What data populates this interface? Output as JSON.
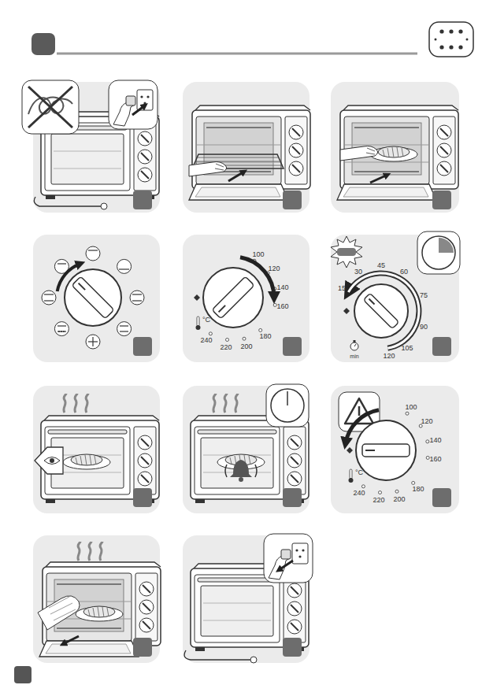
{
  "diagram": {
    "labels": [
      "100",
      "120",
      "140",
      "160",
      "180",
      "200",
      "220",
      "240",
      "°C",
      "15",
      "30",
      "45",
      "60",
      "75",
      "90",
      "105",
      "120",
      "min",
      "100",
      "120",
      "140",
      "160",
      "180",
      "200",
      "220",
      "240",
      "°C"
    ]
  }
}
